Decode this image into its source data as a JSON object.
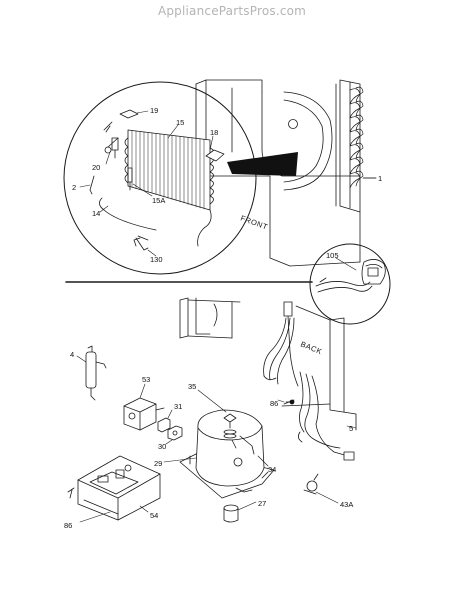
{
  "watermark": "AppliancePartsPros.com",
  "labels": {
    "p1": "1",
    "p2": "2",
    "p4": "4",
    "p5": "5",
    "p14": "14",
    "p15": "15",
    "p15A": "15A",
    "p18": "18",
    "p19": "19",
    "p20": "20",
    "p27": "27",
    "p29": "29",
    "p30": "30",
    "p31": "31",
    "p34": "34",
    "p35": "35",
    "p43A": "43A",
    "p53": "53",
    "p54": "54",
    "p86a": "86",
    "p86b": "86",
    "p105": "105",
    "p130": "130"
  },
  "directions": {
    "front": "FRONT",
    "back": "BACK"
  },
  "colors": {
    "line": "#1a1a1a",
    "watermark": "#b4b4b4",
    "background": "#ffffff"
  }
}
